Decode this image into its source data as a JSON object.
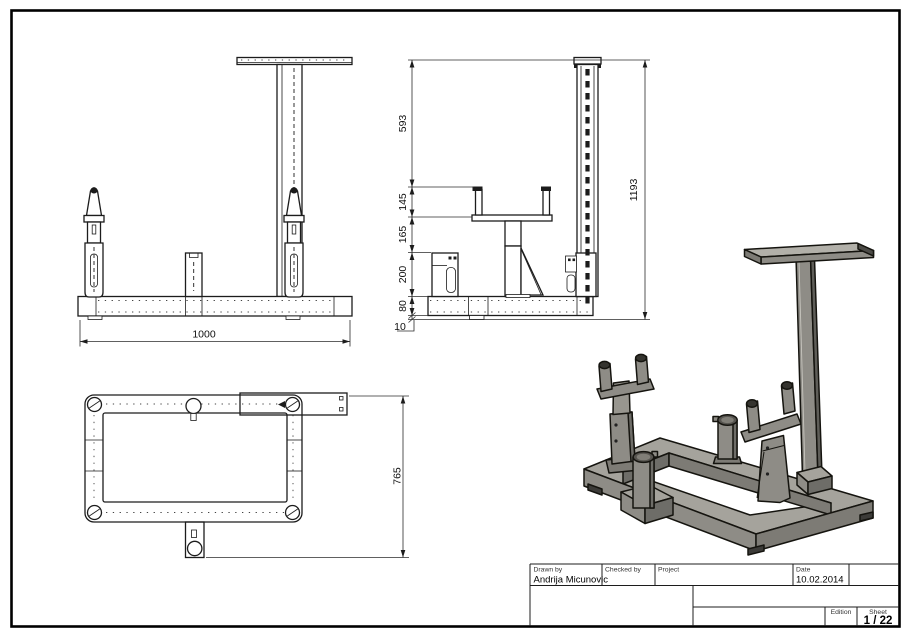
{
  "sheet": {
    "type": "engineering-drawing",
    "background": "#ffffff",
    "border_color": "#000000",
    "line_color": "#1c1c1c",
    "model_gray": "#8e8c86",
    "model_gray_dark": "#6e6d68",
    "model_gray_light": "#b2b0a9"
  },
  "dimensions": {
    "front_width": "1000",
    "top_depth": "765",
    "side_total_height": "1193",
    "side_seg_top": "593",
    "side_seg_fork": "145",
    "side_seg_gap": "165",
    "side_seg_post": "200",
    "side_seg_base": "80",
    "side_seg_plate": "10"
  },
  "title_block": {
    "drawn_by_label": "Drawn by",
    "drawn_by_value": "Andrija Micunovic",
    "checked_by_label": "Checked by",
    "project_label": "Project",
    "date_label": "Date",
    "date_value": "10.02.2014",
    "edition_label": "Edition",
    "sheet_label": "Sheet",
    "sheet_value": "1 / 22"
  }
}
